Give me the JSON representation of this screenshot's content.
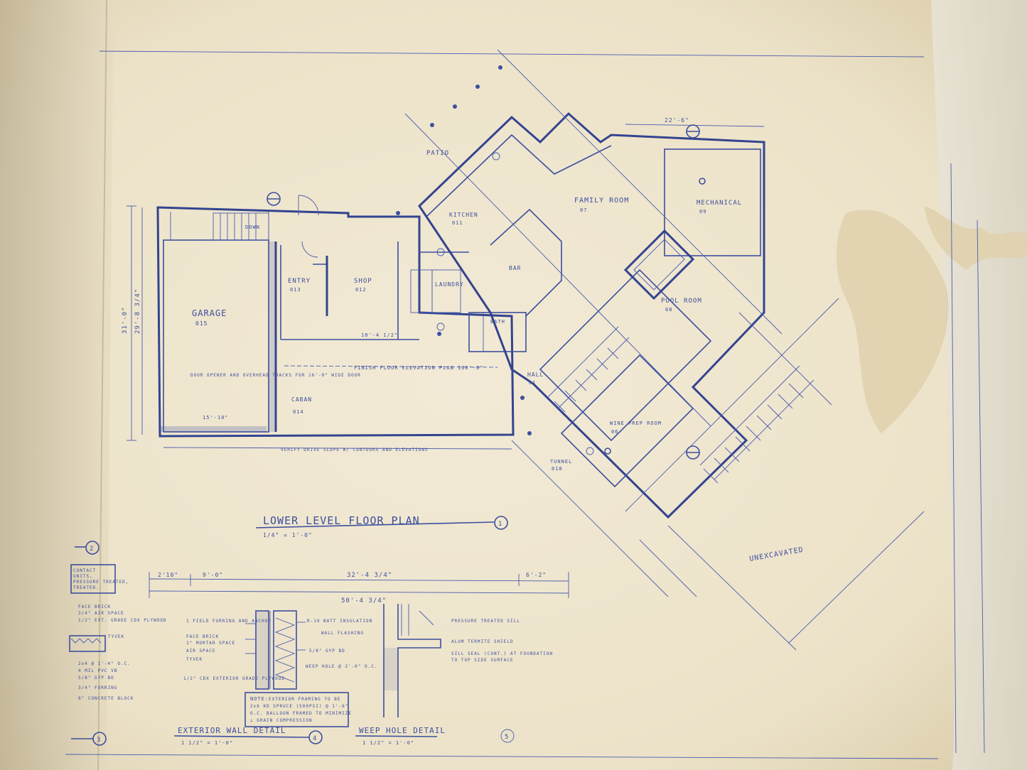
{
  "colors": {
    "paper": "#efe6cf",
    "ink": "#3d4f9e",
    "shadow": "#8a7d68",
    "stain": "#d8c79c"
  },
  "titles": {
    "main": "LOWER LEVEL FLOOR PLAN",
    "main_scale": "1/4\" = 1'-0\"",
    "main_num": "1",
    "ext_wall": "EXTERIOR WALL DETAIL",
    "ext_wall_scale": "1 1/2\" = 1'-0\"",
    "ext_wall_num": "4",
    "weep": "WEEP HOLE DETAIL",
    "weep_scale": "1 1/2\" = 1'-0\"",
    "weep_num": "5",
    "left_num_top": "2",
    "left_num_bottom": "3"
  },
  "rooms": [
    {
      "name": "GARAGE",
      "num": "015"
    },
    {
      "name": "ENTRY",
      "num": "013"
    },
    {
      "name": "SHOP",
      "num": "012"
    },
    {
      "name": "LAUNDRY",
      "num": ""
    },
    {
      "name": "KITCHEN",
      "num": "011"
    },
    {
      "name": "FAMILY ROOM",
      "num": "07"
    },
    {
      "name": "MECHANICAL",
      "num": "09"
    },
    {
      "name": "POOL ROOM",
      "num": "08"
    },
    {
      "name": "BAR",
      "num": ""
    },
    {
      "name": "BATH",
      "num": ""
    },
    {
      "name": "HALL",
      "num": "01"
    },
    {
      "name": "WINE PREP ROOM",
      "num": "06"
    },
    {
      "name": "CABAN",
      "num": "014"
    },
    {
      "name": "PATIO",
      "num": ""
    },
    {
      "name": "TUNNEL",
      "num": "018"
    }
  ],
  "labels": {
    "finish_floor": "FINISH FLOOR ELEVATION PLAN 100'-0\"",
    "unexcavated": "UNEXCAVATED",
    "verify": "VERIFY DRIVE SLOPE W/ CONTOURS AND ELEVATIONS",
    "door_opener": "DOOR OPENER AND OVERHEAD TRACKS FOR 16'-0\" WIDE DOOR",
    "down": "DOWN",
    "dim_total": "50'-4 3/4\"",
    "dim_mid": "32'-4 3/4\"",
    "dim_a": "2'10\"",
    "dim_b": "9'-0\"",
    "dim_c": "6'-2\"",
    "dim_side": "31'-0\"",
    "dim_side2": "29'-8 3/4\"",
    "dim_family": "22'-6\"",
    "dim_garage_in": "15'-10\"",
    "dim_shop": "10'-4 1/2\"",
    "note_title": "NOTE:",
    "note_lines": [
      "EXTERIOR FRAMING TO BE",
      "2x6 KD SPRUCE (500PSI) @ 1'-6\"",
      "O.C. BALLOON FRAMED TO MINIMIZE",
      "⊥ GRAIN COMPRESSION"
    ],
    "wall_callouts_left": [
      "1 FIELD FURRING AND ANCHOR",
      "FACE BRICK",
      "1\" MORTAR SPACE",
      "AIR SPACE",
      "TYVEK",
      "1/2\" CDX EXTERIOR GRADE PLYWOOD"
    ],
    "wall_callouts_right": [
      "R-19 BATT INSULATION",
      "WALL FLASHING",
      "5/8\" GYP BD",
      "WEEP HOLE @ 2'-0\" O.C."
    ],
    "weep_callouts": [
      "PRESSURE TREATED SILL",
      "ALUM TERMITE SHIELD",
      "SILL SEAL (CONT.) AT FOUNDATION",
      "TO TOP SIDE SURFACE"
    ],
    "left_callouts": [
      "FACE BRICK",
      "3/4\" AIR SPACE",
      "1/2\" EXT. GRADE CDX PLYWOOD",
      "TYVEK",
      "2x4 @ 1'-4\" O.C.",
      "4 MIL PVC VB",
      "5/8\" GYP BD",
      "3/4\" FURRING",
      "8\" CONCRETE BLOCK"
    ],
    "left_box": [
      "CONTACT",
      "UNITS,",
      "PRESSURE TREATED,",
      "TREATED."
    ]
  }
}
